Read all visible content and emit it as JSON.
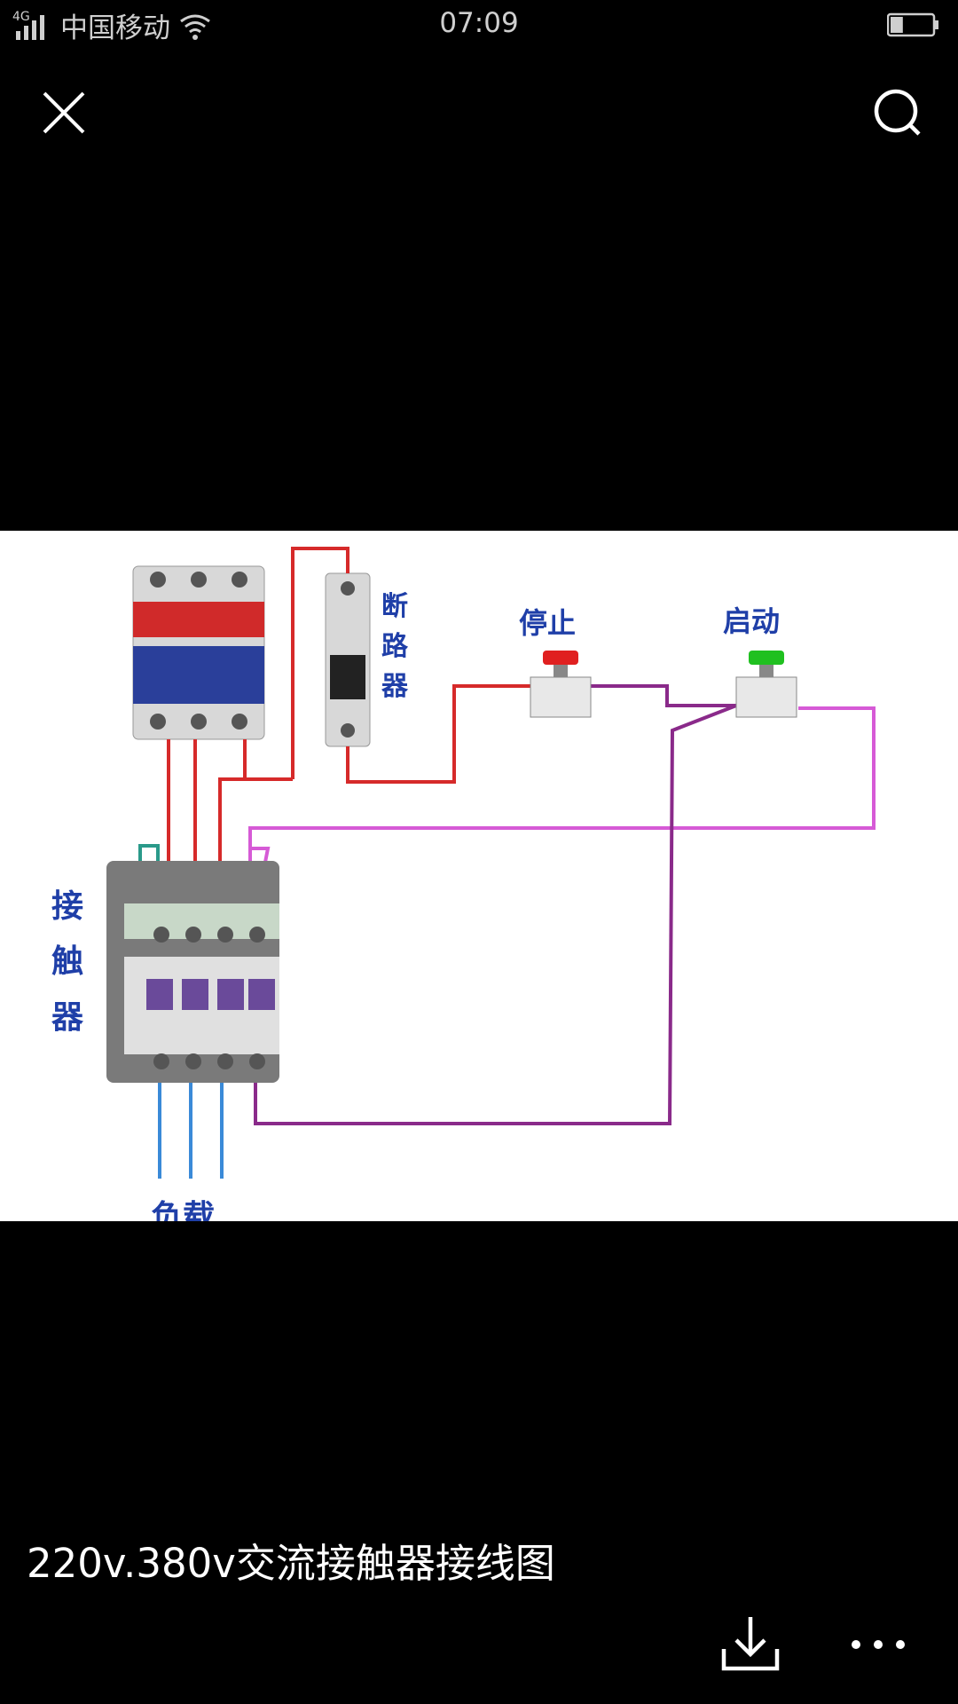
{
  "status_bar": {
    "network": "4G",
    "carrier": "中国移动",
    "time": "07:09",
    "battery_level": 0.3
  },
  "toolbar": {
    "close_icon": "close-icon",
    "search_icon": "search-icon"
  },
  "diagram": {
    "label_breaker": [
      "断",
      "路",
      "器"
    ],
    "label_stop": "停止",
    "label_start": "启动",
    "label_contactor": [
      "接",
      "触",
      "器"
    ],
    "label_load": "负载",
    "colors": {
      "red_wire": "#d62a2a",
      "magenta_wire": "#d65ad6",
      "purple_wire": "#8a2a8a",
      "blue_wire": "#3a8ad8",
      "label_blue": "#1f3fa8",
      "stop_button": "#e02020",
      "start_button": "#20c020"
    }
  },
  "caption": "220v.380v交流接触器接线图",
  "actions": {
    "download_icon": "download-icon",
    "more_icon": "more-icon"
  }
}
